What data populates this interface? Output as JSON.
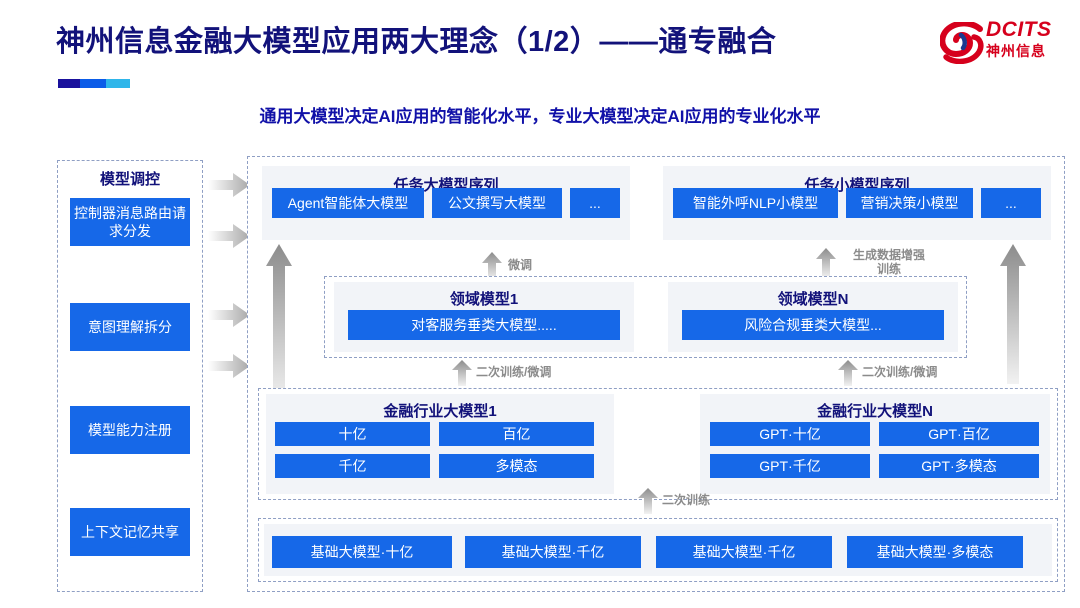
{
  "header": {
    "title": "神州信息金融大模型应用两大理念（1/2）——通专融合",
    "subtitle": "通用大模型决定AI应用的智能化水平，专业大模型决定AI应用的专业化水平",
    "logo": {
      "en": "DCITS",
      "cn": "神州信息",
      "mark": "swirl-logo-icon",
      "color": "#d6001c"
    },
    "accent_bar": [
      "#1a119c",
      "#0b5ce8",
      "#2fb6ea"
    ]
  },
  "colors": {
    "brand_blue": "#1668e8",
    "title_navy": "#12127a",
    "panel_gray": "#f2f4f8",
    "dashed_border": "#8f9fc4",
    "arrow_gray": "#b9b9b9"
  },
  "left_panel": {
    "title": "模型调控",
    "items": [
      {
        "label": "控制器消息路由请求分发"
      },
      {
        "label": "意图理解拆分"
      },
      {
        "label": "模型能力注册"
      },
      {
        "label": "上下文记忆共享"
      }
    ],
    "connector_icon": "arrow-right-icon",
    "connector_count": 4
  },
  "task_sequences": [
    {
      "title": "任务大模型序列",
      "items": [
        "Agent智能体大模型",
        "公文撰写大模型",
        "..."
      ]
    },
    {
      "title": "任务小模型序列",
      "items": [
        "智能外呼NLP小模型",
        "营销决策小模型",
        "..."
      ]
    }
  ],
  "domain_models": [
    {
      "title": "领域模型1",
      "item": "对客服务垂类大模型....."
    },
    {
      "title": "领域模型N",
      "item": "风险合规垂类大模型..."
    }
  ],
  "industry_models": [
    {
      "title": "金融行业大模型1",
      "items": [
        "十亿",
        "百亿",
        "千亿",
        "多模态"
      ]
    },
    {
      "title": "金融行业大模型N",
      "items": [
        "GPT·十亿",
        "GPT·百亿",
        "GPT·千亿",
        "GPT·多模态"
      ]
    }
  ],
  "base_models": {
    "items": [
      "基础大模型·十亿",
      "基础大模型·千亿",
      "基础大模型·千亿",
      "基础大模型·多模态"
    ]
  },
  "flow_labels": {
    "finetune": "微调",
    "data_augment_train_line1": "生成数据增强",
    "data_augment_train_line2": "训练",
    "retrain_finetune_left": "二次训练/微调",
    "retrain_finetune_right": "二次训练/微调",
    "retrain": "二次训练"
  }
}
